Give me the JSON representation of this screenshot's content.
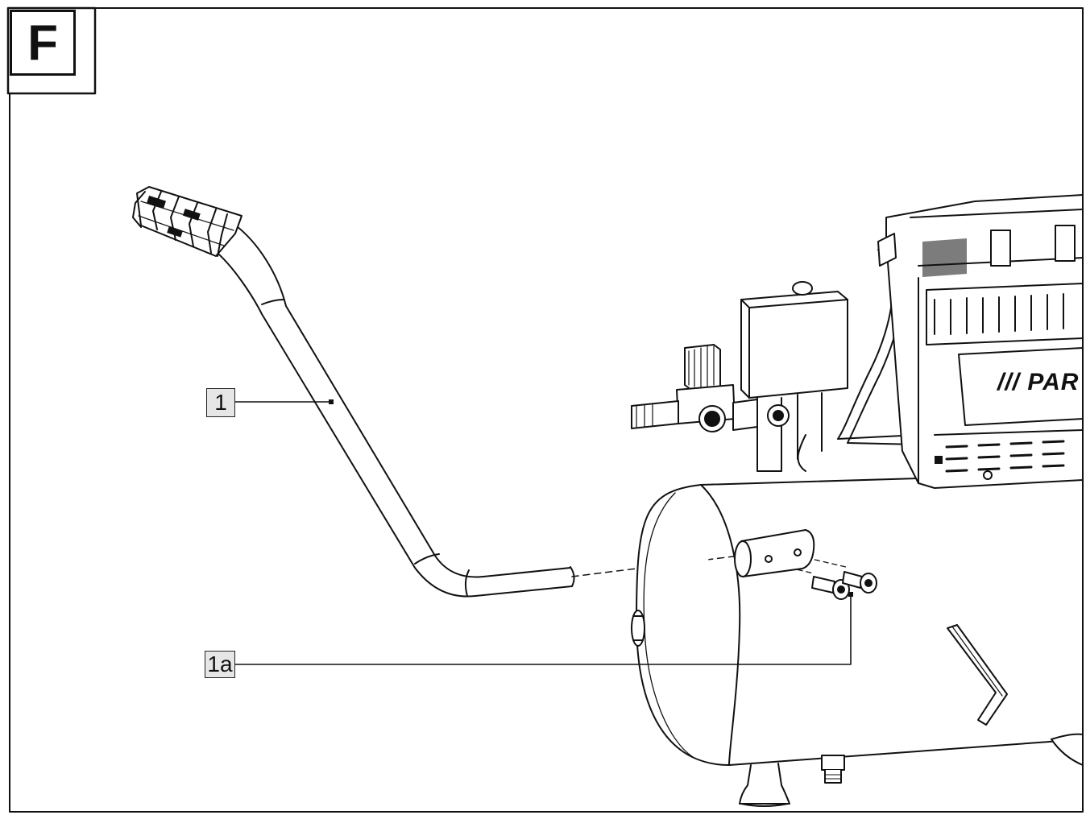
{
  "figure": {
    "letter": "F"
  },
  "callouts": [
    {
      "id": "1",
      "text": "1",
      "part": "handle"
    },
    {
      "id": "1a",
      "text": "1a",
      "part": "screws"
    }
  ],
  "brand": {
    "text": "/// PAR"
  },
  "colors": {
    "line": "#111111",
    "fill": "#ffffff",
    "callout_bg": "#e6e6e6"
  }
}
